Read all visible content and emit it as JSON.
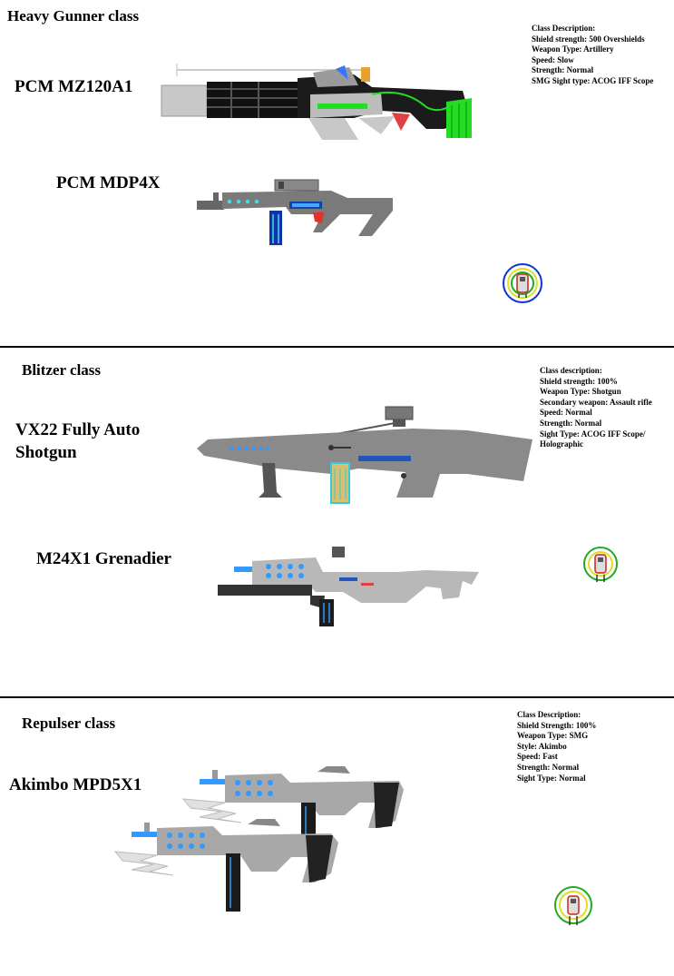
{
  "classes": [
    {
      "title": "Heavy Gunner class",
      "weapons": [
        "PCM MZ120A1",
        "PCM MDP4X"
      ],
      "description": [
        "Class Description:",
        "Shield strength: 500 Overshields",
        "Weapon Type: Artillery",
        "Speed: Slow",
        "Strength: Normal",
        "SMG Sight type: ACOG IFF Scope"
      ]
    },
    {
      "title": "Blitzer class",
      "weapons": [
        "VX22 Fully Auto",
        "Shotgun",
        "M24X1 Grenadier"
      ],
      "description": [
        "Class description:",
        "Shield strength: 100%",
        "Weapon Type: Shotgun",
        "Secondary weapon: Assault rifle",
        "Speed: Normal",
        "Strength: Normal",
        "Sight Type: ACOG IFF Scope/",
        "Holographic"
      ]
    },
    {
      "title": "Repulser class",
      "weapons": [
        "Akimbo MPD5X1"
      ],
      "description": [
        "Class Description:",
        "Shield Strength: 100%",
        "Weapon Type: SMG",
        "Style: Akimbo",
        "Speed: Fast",
        "Strength: Normal",
        "Sight Type: Normal"
      ]
    }
  ],
  "colors": {
    "gun_gray": "#8a8a8a",
    "gun_light": "#c8c8c8",
    "gun_dark": "#333333",
    "accent_green": "#22dd22",
    "accent_blue": "#3399ff",
    "accent_cyan": "#33ccdd"
  },
  "icons": [
    "heavy-gunner-emblem-icon",
    "blitzer-emblem-icon",
    "repulser-emblem-icon"
  ]
}
